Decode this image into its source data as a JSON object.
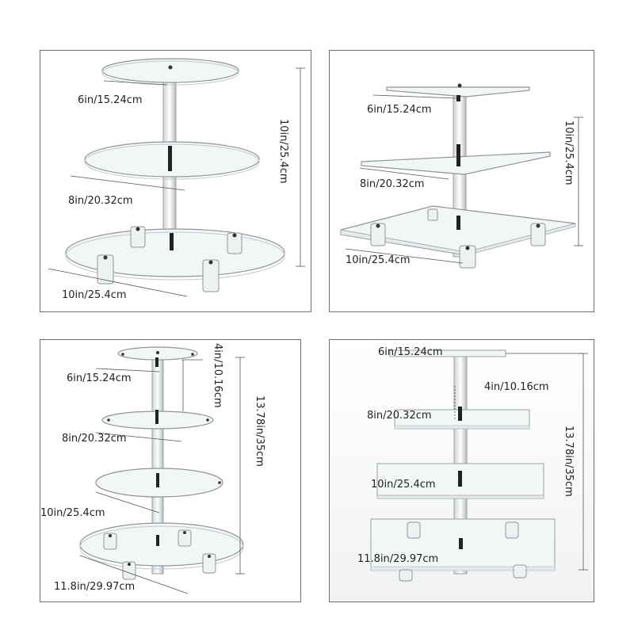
{
  "panels": [
    {
      "id": "panel-1",
      "labels": {
        "top": "6in/15.24cm",
        "mid": "8in/20.32cm",
        "bottom": "10in/25.4cm",
        "height": "10in/25.4cm"
      }
    },
    {
      "id": "panel-2",
      "labels": {
        "top": "6in/15.24cm",
        "mid": "8in/20.32cm",
        "bottom": "10in/25.4cm",
        "height": "10in/25.4cm"
      }
    },
    {
      "id": "panel-3",
      "labels": {
        "top": "6in/15.24cm",
        "tier_gap": "4in/10.16cm",
        "second": "8in/20.32cm",
        "third": "10in/25.4cm",
        "bottom": "11.8in/29.97cm",
        "height": "13.78in/35cm"
      }
    },
    {
      "id": "panel-4",
      "labels": {
        "top": "6in/15.24cm",
        "tier_gap": "4in/10.16cm",
        "second": "8in/20.32cm",
        "third": "10in/25.4cm",
        "bottom": "11.8in/29.97cm",
        "height": "13.78in/35cm"
      }
    }
  ]
}
